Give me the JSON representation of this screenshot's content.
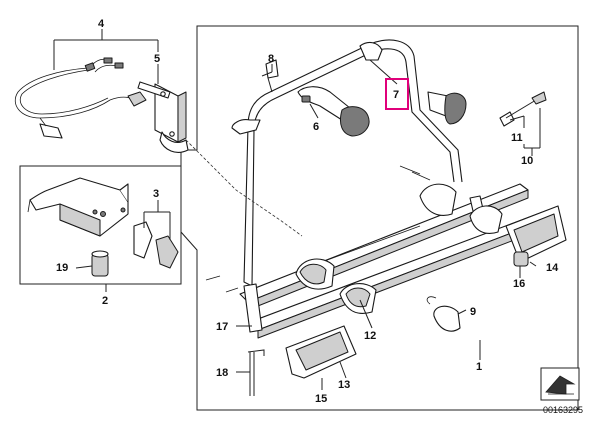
{
  "callouts": {
    "c1": "1",
    "c2": "2",
    "c3": "3",
    "c4": "4",
    "c5": "5",
    "c6": "6",
    "c7": "7",
    "c8": "8",
    "c9": "9",
    "c10": "10",
    "c11": "11",
    "c12": "12",
    "c13": "13",
    "c14": "14",
    "c15": "15",
    "c16": "16",
    "c17": "17",
    "c18": "18",
    "c19": "19"
  },
  "catalog_number": "00163295",
  "highlight_color": "#e0007a"
}
